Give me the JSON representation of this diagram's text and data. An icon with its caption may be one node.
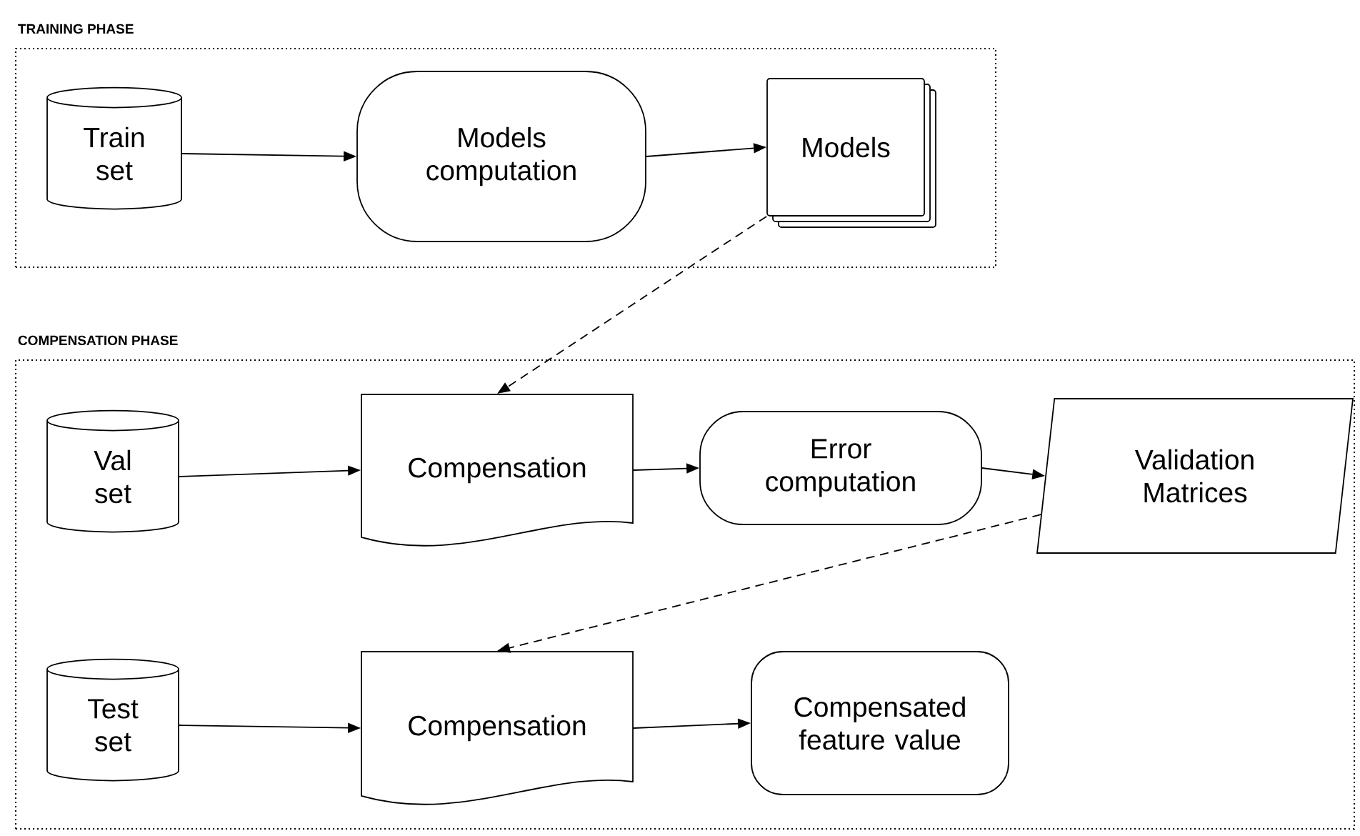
{
  "diagram": {
    "nodes": [
      {
        "text": [
          "TRAINING PHASE"
        ]
      },
      {
        "text": [
          "Train set"
        ],
        "in": 0
      },
      {
        "text": [
          "Models computation"
        ],
        "in": 0
      },
      {
        "text": [
          "Models"
        ],
        "in": 0
      },
      {
        "text": [
          "COMPENSATION PHASE"
        ]
      },
      {
        "text": [
          "Val set"
        ],
        "in": 4
      },
      {
        "text": [
          "Compensation"
        ],
        "in": 4
      },
      {
        "text": [
          "Error computation"
        ],
        "in": 4
      },
      {
        "text": [
          "Validation Matrices"
        ],
        "in": 4
      },
      {
        "text": [
          "Test set"
        ],
        "in": 4
      },
      {
        "text": [
          "Compensation"
        ],
        "in": 4
      },
      {
        "text": [
          "Compensated feature value"
        ],
        "in": 4
      }
    ],
    "edges": [
      {
        "from": 1,
        "to": 2,
        "arrow": "to"
      },
      {
        "from": 2,
        "to": 3,
        "arrow": "to"
      },
      {
        "from": 3,
        "to": 6,
        "arrow": "to",
        "style": "dashed"
      },
      {
        "from": 5,
        "to": 6,
        "arrow": "to"
      },
      {
        "from": 6,
        "to": 7,
        "arrow": "to"
      },
      {
        "from": 7,
        "to": 8,
        "arrow": "to"
      },
      {
        "from": 8,
        "to": 10,
        "arrow": "to",
        "style": "dashed"
      },
      {
        "from": 9,
        "to": 10,
        "arrow": "to"
      },
      {
        "from": 10,
        "to": 11,
        "arrow": "to"
      }
    ]
  }
}
